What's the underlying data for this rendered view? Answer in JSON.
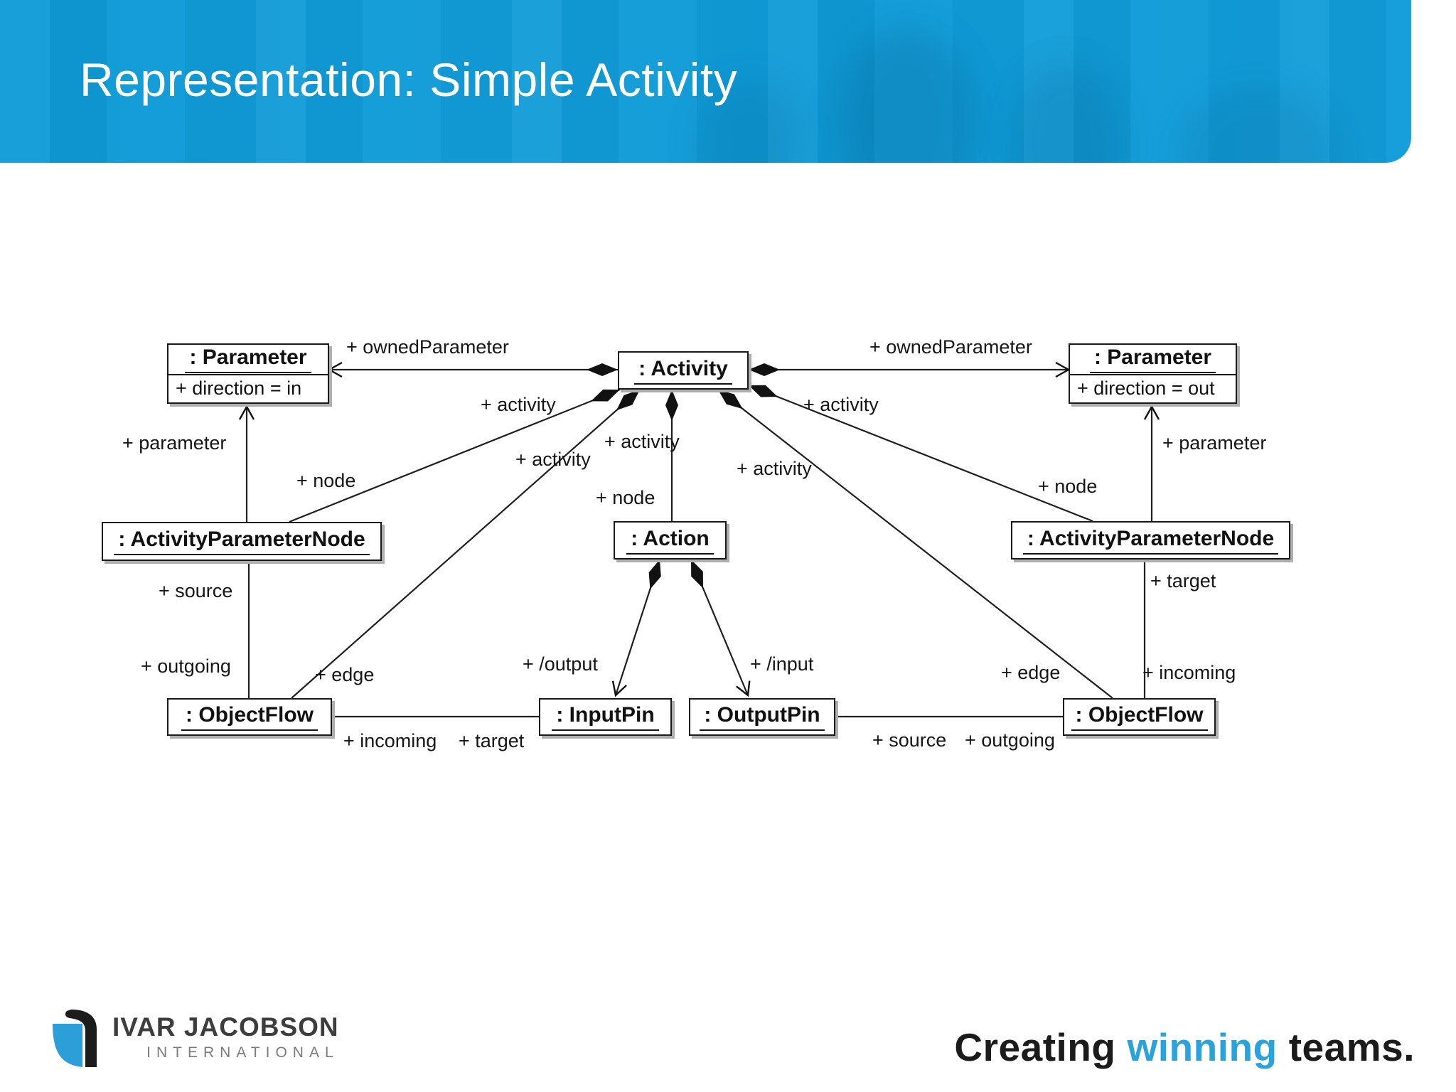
{
  "header": {
    "title": "Representation: Simple Activity"
  },
  "diagram": {
    "boxes": {
      "param_in": {
        "title": ": Parameter",
        "attr": "+ direction = in"
      },
      "activity": {
        "title": ": Activity"
      },
      "param_out": {
        "title": ": Parameter",
        "attr": "+ direction = out"
      },
      "apn_left": {
        "title": ": ActivityParameterNode"
      },
      "action": {
        "title": ": Action"
      },
      "apn_right": {
        "title": ": ActivityParameterNode"
      },
      "of_left": {
        "title": ": ObjectFlow"
      },
      "input_pin": {
        "title": ": InputPin"
      },
      "output_pin": {
        "title": ": OutputPin"
      },
      "of_right": {
        "title": ": ObjectFlow"
      }
    },
    "edge_labels": {
      "owned_param_left": "+ ownedParameter",
      "owned_param_right": "+ ownedParameter",
      "activity_a": "+ activity",
      "activity_b": "+ activity",
      "activity_c": "+ activity",
      "activity_d": "+ activity",
      "activity_e": "+ activity",
      "node_left": "+ node",
      "node_mid": "+ node",
      "node_right": "+ node",
      "parameter_left": "+ parameter",
      "parameter_right": "+ parameter",
      "source_left": "+ source",
      "outgoing_left": "+ outgoing",
      "edge_left": "+ edge",
      "edge_right": "+ edge",
      "target_right": "+ target",
      "incoming_right": "+ incoming",
      "slash_output": "+ /output",
      "slash_input": "+ /input",
      "incoming_bottom": "+ incoming",
      "target_bottom": "+ target",
      "source_bottom": "+ source",
      "outgoing_bottom": "+ outgoing"
    }
  },
  "footer": {
    "brand_name": "IVAR JACOBSON",
    "brand_sub": "INTERNATIONAL",
    "tagline_part1": "Creating",
    "tagline_highlight": "winning",
    "tagline_part2": "teams."
  },
  "colors": {
    "header_blue": "#0F9BD7",
    "accent_blue": "#29A3DD"
  }
}
